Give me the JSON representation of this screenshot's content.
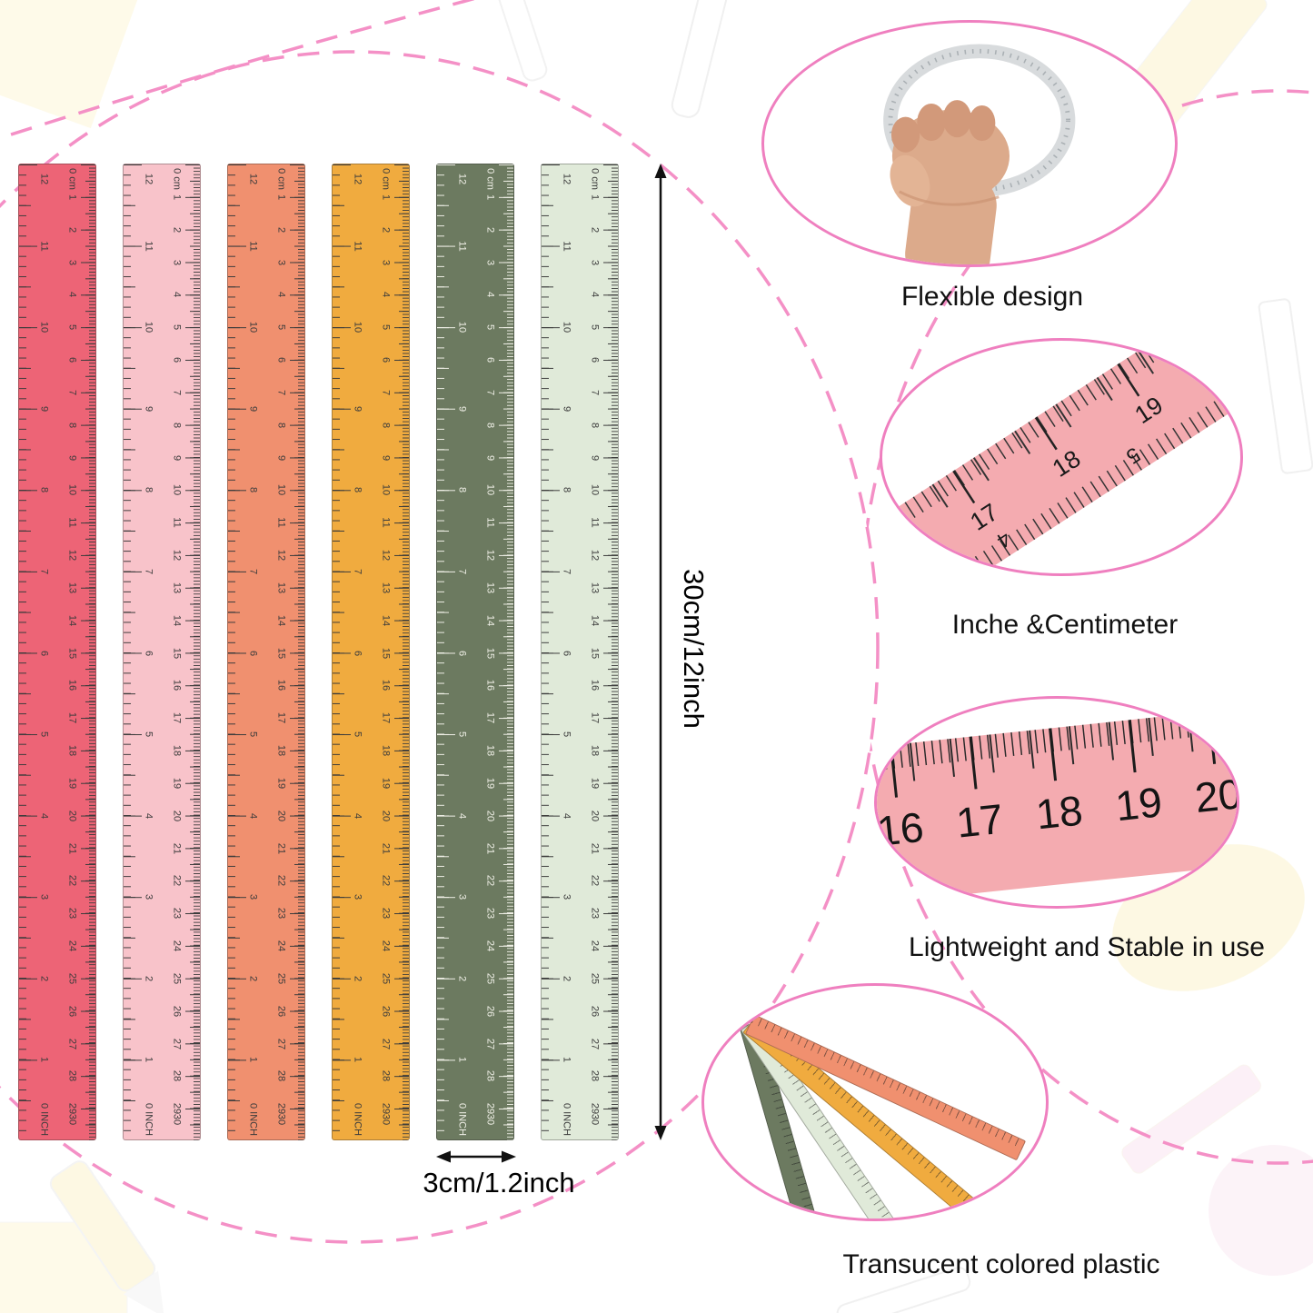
{
  "accent": {
    "pink_dash": "#f490c6",
    "callout_border": "#ef7fbf",
    "closeup_pink": "#f4abb0"
  },
  "rulers": {
    "colors": [
      {
        "name": "coral-red",
        "fill": "#ed6476",
        "tick": "#3c3c3c"
      },
      {
        "name": "light-pink",
        "fill": "#f8c3ca",
        "tick": "#3c3c3c"
      },
      {
        "name": "salmon",
        "fill": "#f0906f",
        "tick": "#3c3c3c"
      },
      {
        "name": "marigold",
        "fill": "#f0ab3f",
        "tick": "#3c3c3c"
      },
      {
        "name": "olive-green",
        "fill": "#6c7a60",
        "tick": "#efefe6"
      },
      {
        "name": "mint",
        "fill": "#e0ead9",
        "tick": "#3c3c3c"
      }
    ],
    "inch_labels": [
      "12",
      "11",
      "10",
      "9",
      "8",
      "7",
      "6",
      "5",
      "4",
      "3",
      "2",
      "1",
      "0 INCH"
    ],
    "cm_labels": [
      "0 cm",
      "1",
      "2",
      "3",
      "4",
      "5",
      "6",
      "7",
      "8",
      "9",
      "10",
      "11",
      "12",
      "13",
      "14",
      "15",
      "16",
      "17",
      "18",
      "19",
      "20",
      "21",
      "22",
      "23",
      "24",
      "25",
      "26",
      "27",
      "28",
      "29",
      "30"
    ]
  },
  "dimensions": {
    "height_label": "30cm/12inch",
    "width_label": "3cm/1.2inch"
  },
  "callouts": [
    {
      "caption": "Flexible design"
    },
    {
      "caption": "Inche &Centimeter"
    },
    {
      "caption": "Lightweight and Stable in use"
    },
    {
      "caption": "Transucent colored plastic"
    }
  ],
  "closeups": {
    "cm_numbers": [
      "16",
      "17",
      "18",
      "19",
      "20"
    ],
    "inch_numbers": [
      "4",
      "5"
    ]
  }
}
